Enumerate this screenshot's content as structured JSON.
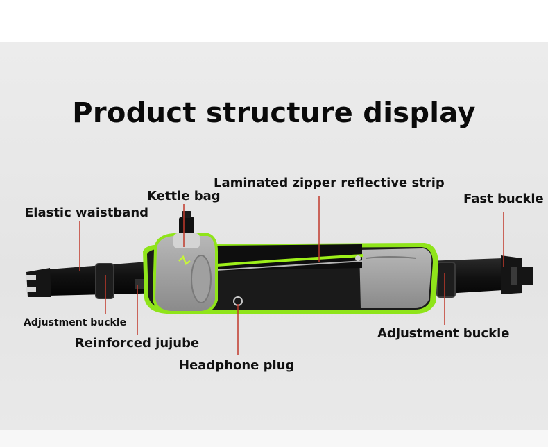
{
  "title": "Product structure display",
  "labels": {
    "kettle_bag": "Kettle bag",
    "laminated_zipper": "Laminated zipper reflective strip",
    "fast_buckle": "Fast buckle",
    "elastic_waistband": "Elastic waistband",
    "adjustment_buckle_left": "Adjustment buckle",
    "reinforced_jujube": "Reinforced jujube",
    "headphone_plug": "Headphone plug",
    "adjustment_buckle_right": "Adjustment buckle"
  },
  "colors": {
    "leader_line": "#c0392b",
    "reflective_trim": "#9ef01a",
    "bag_grey": "#9a9a9a",
    "strap_black": "#111111"
  }
}
